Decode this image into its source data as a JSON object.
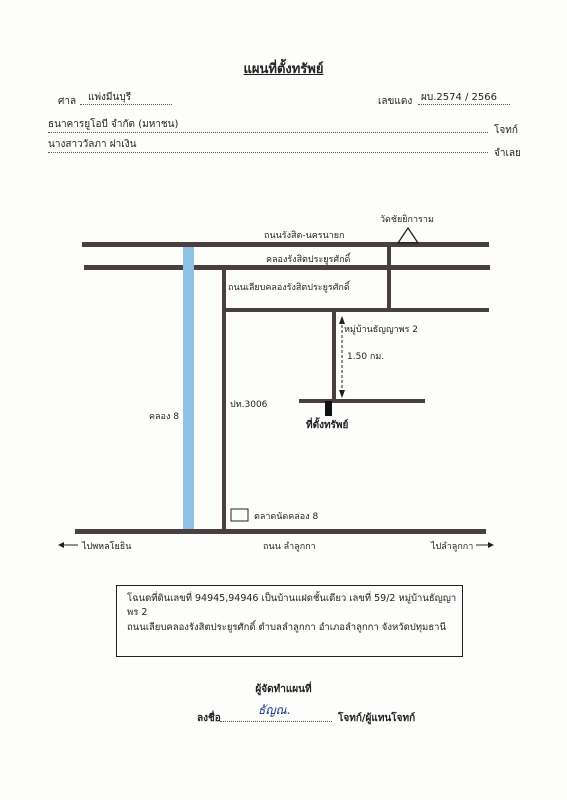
{
  "document": {
    "title": "แผนที่ตั้งทรัพย์"
  },
  "header": {
    "court_label": "ศาล",
    "court_value": "แพ่งมีนบุรี",
    "case_label": "เลขแดง",
    "case_value": "ผบ.2574 / 2566",
    "plaintiff_value": "ธนาคารยูโอบี จำกัด (มหาชน)",
    "plaintiff_label": "โจทก์",
    "defendant_value": "นางสาววัลภา ฝาเงิน",
    "defendant_label": "จำเลย"
  },
  "map": {
    "temple_label": "วัดชัยยิการาม",
    "road_top": "ถนนรังสิต-นครนายก",
    "canal_label": "คลองรังสิตประยูรศักดิ์",
    "road_side": "ถนนเลียบคลองรังสิตประยูรศักดิ์",
    "village_label": "หมู่บ้านธัญญาพร 2",
    "distance_label": "1.50 กม.",
    "canal8_label": "คลอง 8",
    "pt_road_label": "ปท.3006",
    "property_label": "ที่ตั้งทรัพย์",
    "market_label": "ตลาดนัดคลอง 8",
    "bottom_road_label": "ถนน ลำลูกกา",
    "left_dest_label": "ไปพหลโยธิน",
    "right_dest_label": "ไปลำลูกกา",
    "colors": {
      "road": "#4a3f40",
      "canal": "#8ec3e6"
    }
  },
  "info": {
    "line1": "โฉนดที่ดินเลขที่ 94945,94946 เป็นบ้านแฝดชั้นเดียว เลขที่ 59/2 หมู่บ้านธัญญาพร 2",
    "line2": "ถนนเลียบคลองรังสิตประยูรศักดิ์ ตำบลลำลูกกา อำเภอลำลูกกา จังหวัดปทุมธานี"
  },
  "footer": {
    "maker_label": "ผู้จัดทำแผนที่",
    "sign_label": "ลงชื่อ",
    "signature_text": "ธัญณ.",
    "sign_role": "โจทก์/ผู้แทนโจทก์"
  }
}
